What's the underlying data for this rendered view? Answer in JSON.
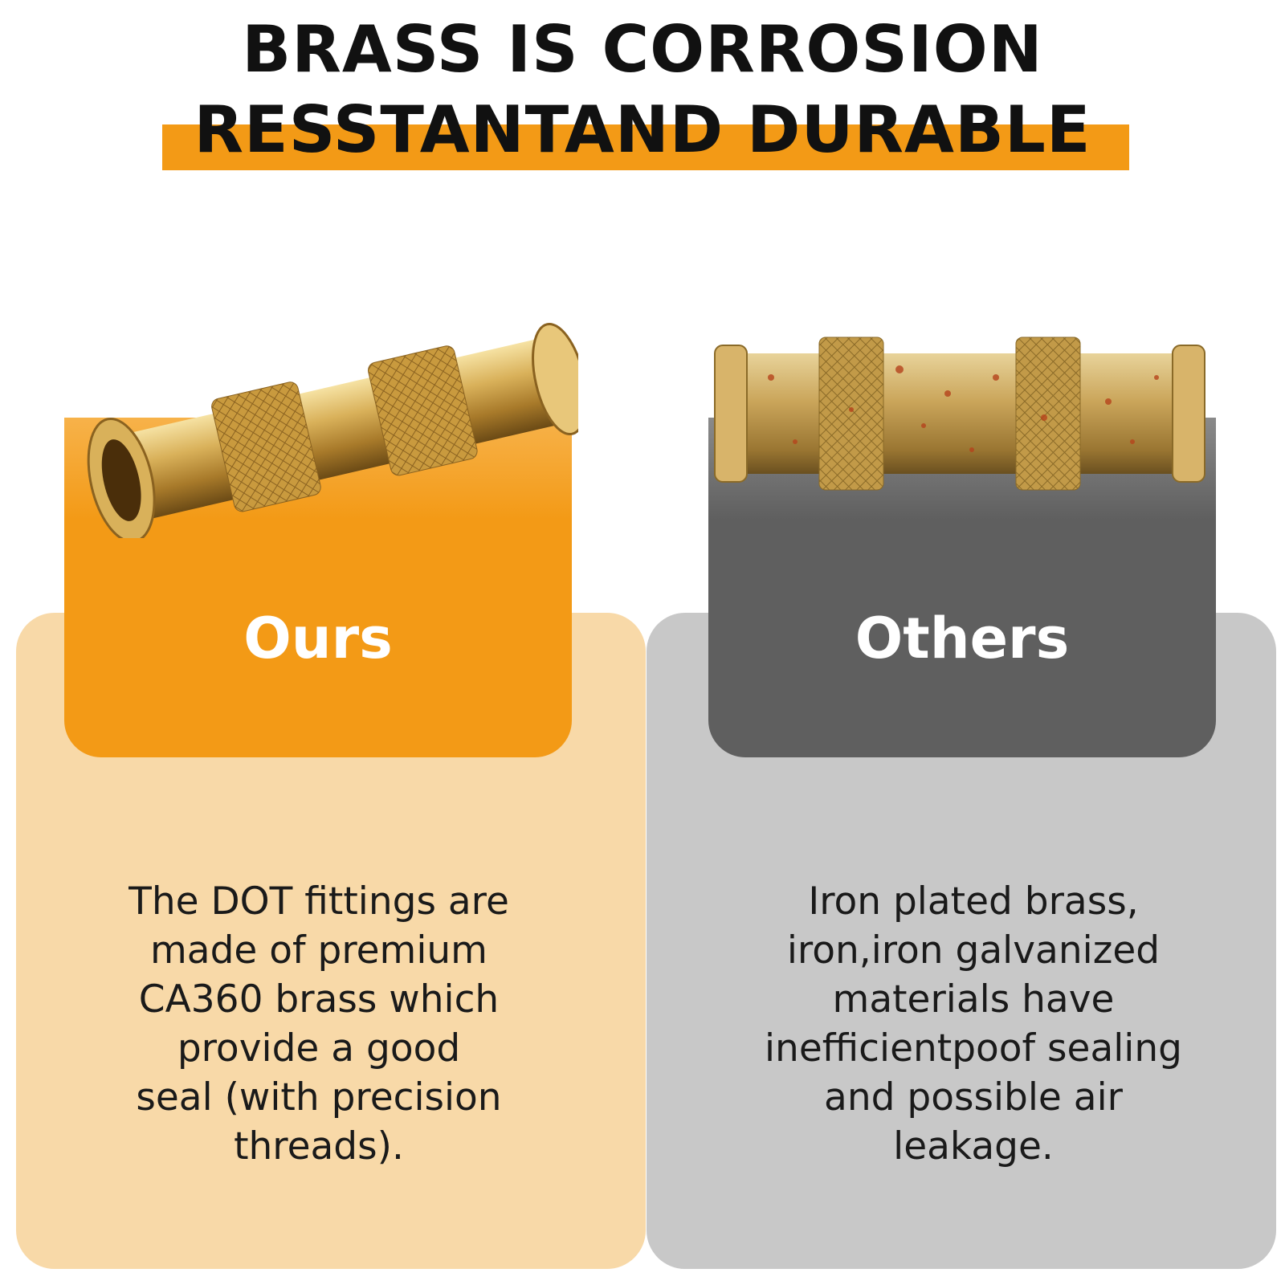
{
  "header": {
    "title_line1": "BRASS IS CORROSION",
    "title_line2": "RESSTANTAND DURABLE",
    "accent_color": "#f39a16"
  },
  "ours": {
    "label": "Ours",
    "product_icon": "brass-fitting-clean-icon",
    "description_lines": [
      "The DOT fittings are",
      "made of premium",
      "CA360 brass which",
      "provide a good",
      "seal (with precision",
      "threads)."
    ],
    "panel_color": "#f8d9a8",
    "label_color": "#f39a16"
  },
  "others": {
    "label": "Others",
    "product_icon": "brass-fitting-rusty-icon",
    "description_lines": [
      "Iron plated brass,",
      "iron,iron galvanized",
      "materials have",
      "inefficientpoof sealing",
      "and possible air",
      "leakage."
    ],
    "panel_color": "#c8c8c8",
    "label_color": "#5f5f5f"
  }
}
